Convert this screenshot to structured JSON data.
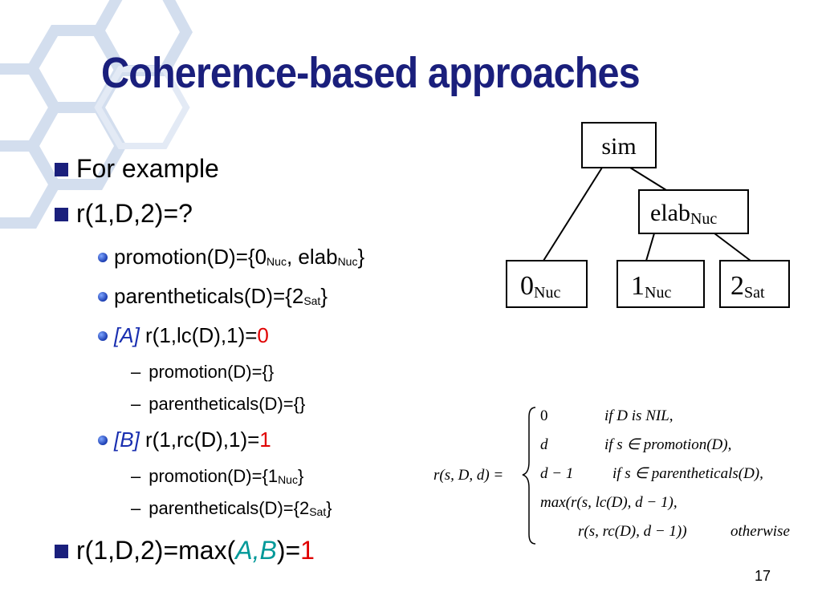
{
  "slide": {
    "title": "Coherence-based approaches",
    "page_number": "17"
  },
  "bullets": {
    "b1": "For example",
    "b2": "r(1,D,2)=?",
    "s1_text": "promotion(D)={0",
    "s1_sub1": "Nuc",
    "s1_mid": ", elab",
    "s1_sub2": "Nuc",
    "s1_end": "}",
    "s2_text": "parentheticals(D)={2",
    "s2_sub": "Sat",
    "s2_end": "}",
    "s3_label": "[A]",
    "s3_text": " r(1,lc(D),1)=",
    "s3_value": "0",
    "s3_d1": "promotion(D)={}",
    "s3_d2": "parentheticals(D)={}",
    "s4_label": "[B]",
    "s4_text": " r(1,rc(D),1)=",
    "s4_value": "1",
    "s4_d1_text": "promotion(D)={1",
    "s4_d1_sub": "Nuc",
    "s4_d1_end": "}",
    "s4_d2_text": "parentheticals(D)={2",
    "s4_d2_sub": "Sat",
    "s4_d2_end": "}",
    "b3_text": "r(1,D,2)=max(",
    "b3_A": "A",
    "b3_comma": ",",
    "b3_B": "B",
    "b3_close": ")=",
    "b3_value": "1"
  },
  "tree": {
    "root": "sim",
    "elab": "elab",
    "elab_sub": "Nuc",
    "leaf0": "0",
    "leaf0_sub": "Nuc",
    "leaf1": "1",
    "leaf1_sub": "Nuc",
    "leaf2": "2",
    "leaf2_sub": "Sat"
  },
  "formula": {
    "lhs": "r(s, D, d) =",
    "c1_val": "0",
    "c1_cond": "if  D is NIL,",
    "c2_val": "d",
    "c2_cond": "if  s ∈ promotion(D),",
    "c3_val": "d − 1",
    "c3_cond": "if  s ∈ parentheticals(D),",
    "c4_val": "max(r(s, lc(D), d − 1),",
    "c5_val": "r(s, rc(D), d − 1))",
    "c5_cond": "otherwise"
  },
  "colors": {
    "title": "#1a1f7c",
    "label_blue": "#1a2fb0",
    "red": "#e00000",
    "teal": "#009999"
  }
}
